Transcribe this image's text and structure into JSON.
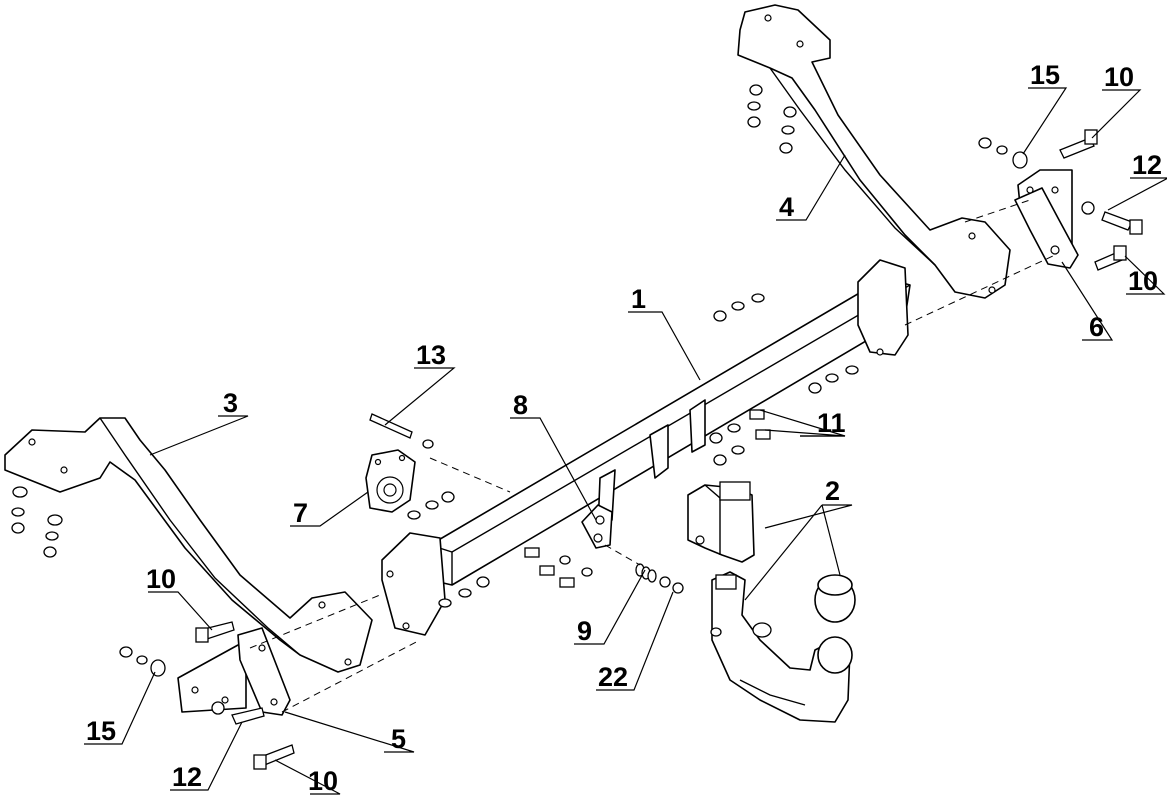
{
  "callouts": [
    {
      "id": "c1",
      "text": "1"
    },
    {
      "id": "c2",
      "text": "2"
    },
    {
      "id": "c3",
      "text": "3"
    },
    {
      "id": "c4",
      "text": "4"
    },
    {
      "id": "c5",
      "text": "5"
    },
    {
      "id": "c6",
      "text": "6"
    },
    {
      "id": "c7",
      "text": "7"
    },
    {
      "id": "c8",
      "text": "8"
    },
    {
      "id": "c9",
      "text": "9"
    },
    {
      "id": "c10a",
      "text": "10"
    },
    {
      "id": "c10b",
      "text": "10"
    },
    {
      "id": "c10c",
      "text": "10"
    },
    {
      "id": "c10d",
      "text": "10"
    },
    {
      "id": "c11",
      "text": "11"
    },
    {
      "id": "c12a",
      "text": "12"
    },
    {
      "id": "c12b",
      "text": "12"
    },
    {
      "id": "c13",
      "text": "13"
    },
    {
      "id": "c15a",
      "text": "15"
    },
    {
      "id": "c15b",
      "text": "15"
    },
    {
      "id": "c22",
      "text": "22"
    }
  ]
}
